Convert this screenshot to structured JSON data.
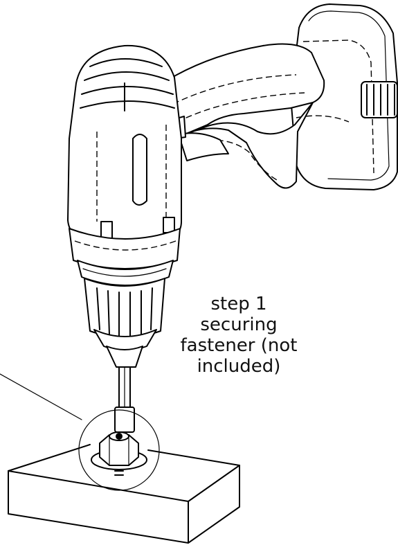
{
  "caption": {
    "lines": [
      "step 1",
      "securing",
      "fastener (not",
      "included)"
    ]
  },
  "colors": {
    "ink": "#000000",
    "background": "#ffffff"
  },
  "icons": {
    "drill": "cordless-drill-illustration",
    "block": "wood-block-illustration",
    "detail": "magnified-nut-detail-circle"
  }
}
